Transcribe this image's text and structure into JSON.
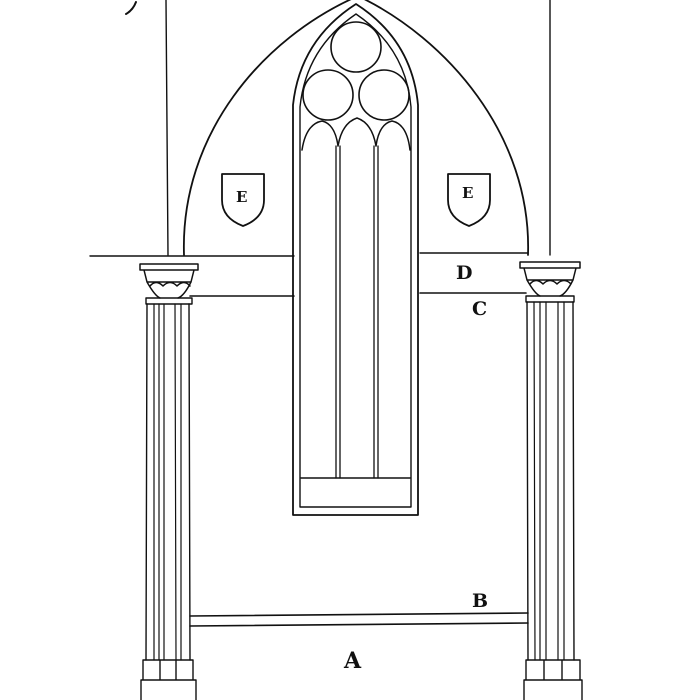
{
  "labels": {
    "a": "A",
    "b": "B",
    "c": "C",
    "d": "D",
    "e_left": "E",
    "e_right": "E"
  }
}
